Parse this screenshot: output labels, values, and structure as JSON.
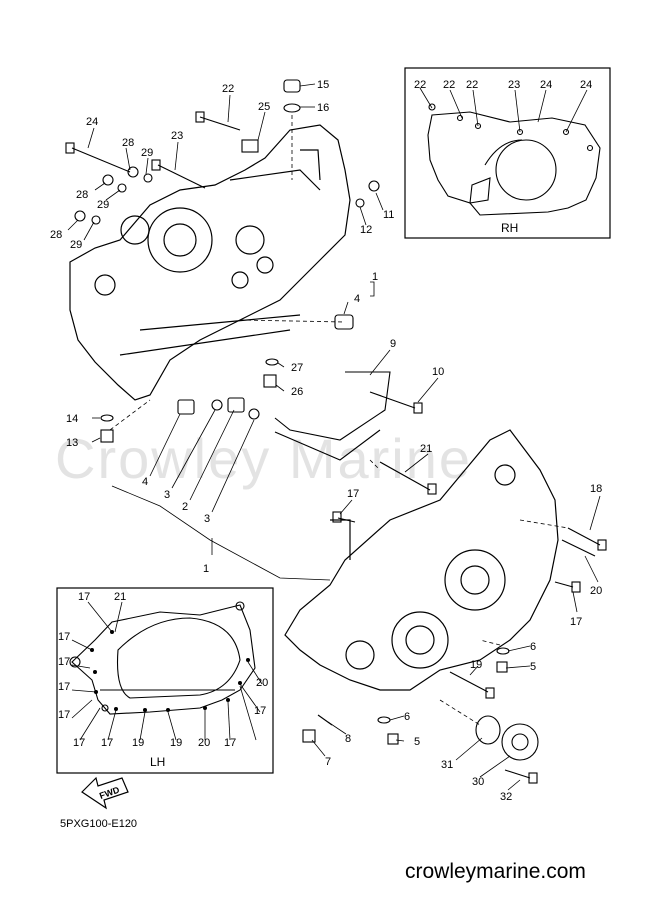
{
  "watermark": "Crowley Marine",
  "diagram_code": "5PXG100-E120",
  "site_url": "crowleymarine.com",
  "fwd_label": "FWD",
  "insets": {
    "rh_label": "RH",
    "lh_label": "LH"
  },
  "callouts": {
    "c1": "1",
    "c1b": "1",
    "c2": "2",
    "c3a": "3",
    "c3b": "3",
    "c4a": "4",
    "c4b": "4",
    "c5a": "5",
    "c5b": "5",
    "c6a": "6",
    "c6b": "6",
    "c7": "7",
    "c8": "8",
    "c9": "9",
    "c10": "10",
    "c11": "11",
    "c12": "12",
    "c13": "13",
    "c14": "14",
    "c15": "15",
    "c16": "16",
    "c17a": "17",
    "c17b": "17",
    "c18": "18",
    "c19": "19",
    "c20": "20",
    "c21": "21",
    "c22": "22",
    "c23": "23",
    "c24": "24",
    "c25": "25",
    "c26": "26",
    "c27": "27",
    "c28a": "28",
    "c28b": "28",
    "c28c": "28",
    "c29a": "29",
    "c29b": "29",
    "c29c": "29",
    "c30": "30",
    "c31": "31",
    "c32": "32"
  },
  "rh_callouts": [
    "22",
    "22",
    "22",
    "23",
    "24",
    "24"
  ],
  "lh_callouts": {
    "l17a": "17",
    "l21": "21",
    "l17b": "17",
    "l17c": "17",
    "l17d": "17",
    "l20a": "20",
    "l17e": "17",
    "l17f": "17",
    "l17g": "17",
    "l19a": "19",
    "l19b": "19",
    "l20b": "20",
    "l17h": "17",
    "l17i": "17"
  }
}
